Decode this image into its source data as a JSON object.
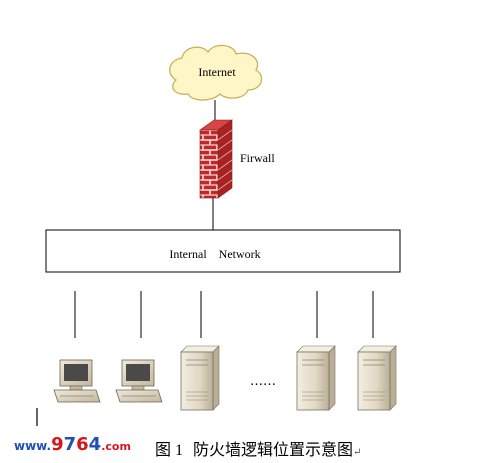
{
  "diagram": {
    "nodes": {
      "internet": {
        "label": "Internet"
      },
      "firewall": {
        "label": "Firwall"
      },
      "network": {
        "label": "Internal    Network"
      },
      "ellipsis": {
        "label": "……"
      }
    },
    "caption": {
      "figure_number": "图 1",
      "text": "防火墙逻辑位置示意图",
      "end_mark": "↵"
    },
    "watermark": {
      "prefix": "www.",
      "digits": [
        "9",
        "7",
        "6",
        "4"
      ],
      "suffix": ".com"
    },
    "colors": {
      "cloud_fill": "#fff6c8",
      "cloud_stroke": "#c9b15a",
      "brick": "#c0282a",
      "mortar": "#f2d9d9",
      "server_body": "#e4dccb",
      "monitor_screen": "#4a4a4a",
      "watermark_blue": "#1f4fb8",
      "watermark_red": "#d8141c"
    }
  }
}
